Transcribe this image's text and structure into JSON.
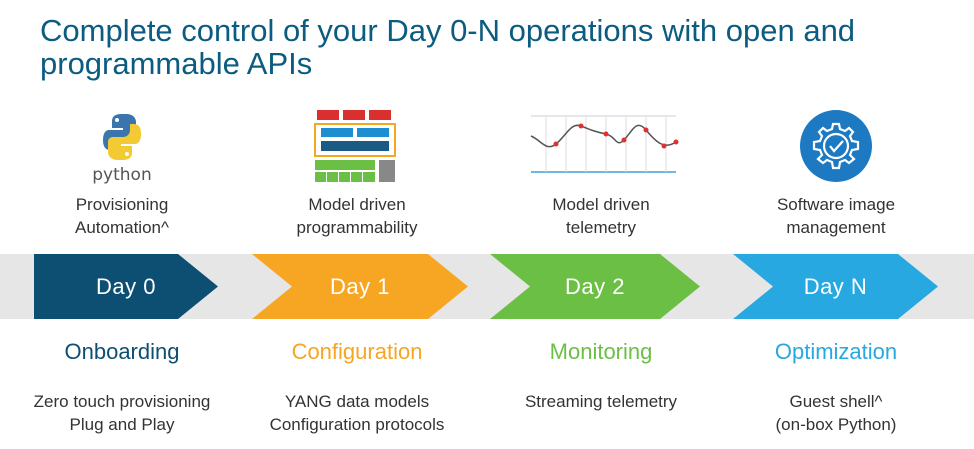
{
  "title": "Complete control of your Day 0-N operations with open and programmable APIs",
  "stages": [
    {
      "icon": "python-logo-icon",
      "icon_text": "python",
      "caption_lines": [
        "Provisioning",
        "Automation^"
      ],
      "day": "Day 0",
      "phase": "Onboarding",
      "desc_lines": [
        "Zero touch provisioning",
        "Plug and Play"
      ],
      "color": "#0d4f73"
    },
    {
      "icon": "model-stack-diagram-icon",
      "caption_lines": [
        "Model driven",
        "programmability"
      ],
      "day": "Day 1",
      "phase": "Configuration",
      "desc_lines": [
        "YANG data models",
        "Configuration protocols"
      ],
      "color": "#f6a623"
    },
    {
      "icon": "telemetry-graph-icon",
      "caption_lines": [
        "Model driven",
        "telemetry"
      ],
      "day": "Day 2",
      "phase": "Monitoring",
      "desc_lines": [
        "Streaming telemetry"
      ],
      "color": "#6cbf45"
    },
    {
      "icon": "gear-check-icon",
      "caption_lines": [
        "Software image",
        "management"
      ],
      "day": "Day N",
      "phase": "Optimization",
      "desc_lines": [
        "Guest shell^",
        "(on-box Python)"
      ],
      "color": "#27a8e0"
    }
  ]
}
